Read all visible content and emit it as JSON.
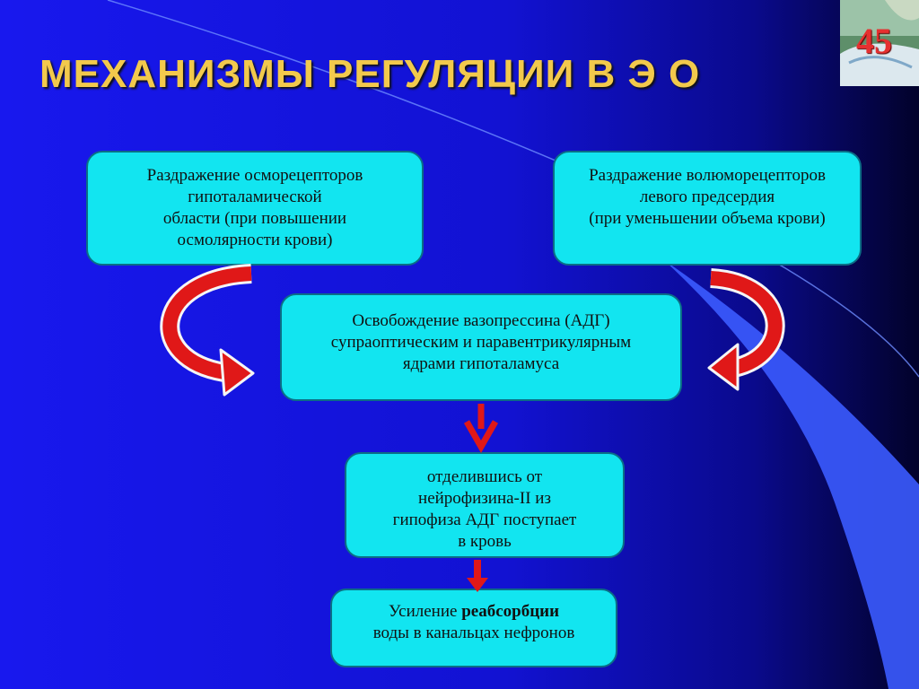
{
  "slide": {
    "title": "МЕХАНИЗМЫ РЕГУЛЯЦИИ В Э О",
    "page_number": "45"
  },
  "nodes": {
    "osmoreceptors": "Раздражение осморецепторов\nгипоталамической\nобласти (при повышении\nосмолярности крови)",
    "volumoreceptors": "Раздражение волюморецепторов\nлевого предсердия\n(при уменьшении объема крови)",
    "vasopressin": "Освобождение вазопрессина (АДГ)\nсупраоптическим и паравентрикулярным\nядрами гипоталамуса",
    "release": "отделившись от\nнейрофизина-II  из\nгипофиза  АДГ  поступает\nв кровь",
    "effect_prefix": "Усиление ",
    "effect_bold": "реабсорбции",
    "effect_suffix": "\nводы в канальцах нефронов"
  },
  "colors": {
    "background": "#1414E6",
    "title": "#F2C94C",
    "box_fill": "#12E5F0",
    "arrow": "#E01818"
  }
}
